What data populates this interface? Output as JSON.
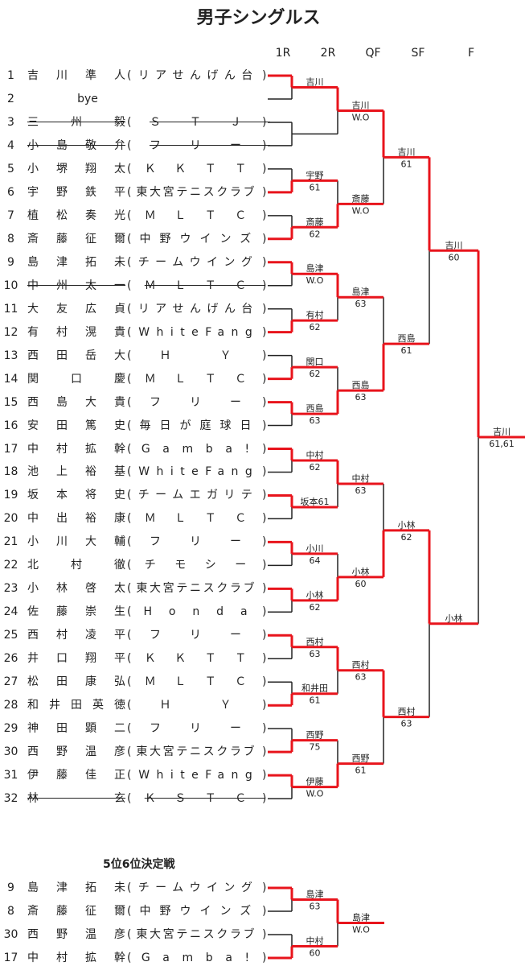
{
  "title": "男子シングルス",
  "round_headers": [
    "1R",
    "2R",
    "QF",
    "SF",
    "F"
  ],
  "colors": {
    "winner_line": "#e8141c",
    "line": "#222222"
  },
  "players": [
    {
      "seed": "1",
      "name": "吉川準人",
      "team": "リアせんげん台",
      "struck": false
    },
    {
      "seed": "2",
      "name": "bye",
      "team": "",
      "struck": false,
      "bye": true
    },
    {
      "seed": "3",
      "name": "三 州 毅",
      "team": "ＳＴＪ",
      "struck": true
    },
    {
      "seed": "4",
      "name": "小島敬弁",
      "team": "フリー",
      "struck": true
    },
    {
      "seed": "5",
      "name": "小堺翔太",
      "team": "ＫＫＴＴ",
      "struck": false
    },
    {
      "seed": "6",
      "name": "宇野鉄平",
      "team": "東大宮テニスクラブ",
      "struck": false
    },
    {
      "seed": "7",
      "name": "植松奏光",
      "team": "ＭＬＴＣ",
      "struck": false
    },
    {
      "seed": "8",
      "name": "斎藤征爾",
      "team": "中野ウインズ",
      "struck": false
    },
    {
      "seed": "9",
      "name": "島津拓未",
      "team": "チームウイング",
      "struck": false
    },
    {
      "seed": "10",
      "name": "中州太一",
      "team": "ＭＬＴＣ",
      "struck": true
    },
    {
      "seed": "11",
      "name": "大友広貞",
      "team": "リアせんげん台",
      "struck": false
    },
    {
      "seed": "12",
      "name": "有村滉貴",
      "team": "WhiteFang",
      "struck": false
    },
    {
      "seed": "13",
      "name": "西田岳大",
      "team": "ＨＹ",
      "struck": false
    },
    {
      "seed": "14",
      "name": "関 口 慶",
      "team": "ＭＬＴＣ",
      "struck": false
    },
    {
      "seed": "15",
      "name": "西島大貴",
      "team": "フリー",
      "struck": false
    },
    {
      "seed": "16",
      "name": "安田篤史",
      "team": "毎日が庭球日",
      "struck": false
    },
    {
      "seed": "17",
      "name": "中村拡幹",
      "team": "Gamba!",
      "struck": false
    },
    {
      "seed": "18",
      "name": "池上裕基",
      "team": "WhiteFang",
      "struck": false
    },
    {
      "seed": "19",
      "name": "坂本将史",
      "team": "チームエガリテ",
      "struck": false
    },
    {
      "seed": "20",
      "name": "中出裕康",
      "team": "ＭＬＴＣ",
      "struck": false
    },
    {
      "seed": "21",
      "name": "小川大輔",
      "team": "フリー",
      "struck": false
    },
    {
      "seed": "22",
      "name": "北 村 徹",
      "team": "チモシー",
      "struck": false
    },
    {
      "seed": "23",
      "name": "小林啓太",
      "team": "東大宮テニスクラブ",
      "struck": false
    },
    {
      "seed": "24",
      "name": "佐藤崇生",
      "team": "Honda",
      "struck": false
    },
    {
      "seed": "25",
      "name": "西村凌平",
      "team": "フリー",
      "struck": false
    },
    {
      "seed": "26",
      "name": "井口翔平",
      "team": "ＫＫＴＴ",
      "struck": false
    },
    {
      "seed": "27",
      "name": "松田康弘",
      "team": "ＭＬＴＣ",
      "struck": false
    },
    {
      "seed": "28",
      "name": "和井田英徳",
      "team": "ＨＹ",
      "struck": false
    },
    {
      "seed": "29",
      "name": "神田顕二",
      "team": "フリー",
      "struck": false
    },
    {
      "seed": "30",
      "name": "西野温彦",
      "team": "東大宮テニスクラブ",
      "struck": false
    },
    {
      "seed": "31",
      "name": "伊藤佳正",
      "team": "WhiteFang",
      "struck": false
    },
    {
      "seed": "32",
      "name": "林玄",
      "team": "ＫＳＴＣ",
      "struck": true
    }
  ],
  "rounds": [
    [
      {
        "winner": "top",
        "name": "吉川",
        "score": ""
      },
      {
        "winner": null,
        "name": "",
        "score": ""
      },
      {
        "winner": "bottom",
        "name": "宇野",
        "score": "61"
      },
      {
        "winner": "bottom",
        "name": "斎藤",
        "score": "62"
      },
      {
        "winner": "top",
        "name": "島津",
        "score": "W.O"
      },
      {
        "winner": "bottom",
        "name": "有村",
        "score": "62"
      },
      {
        "winner": "bottom",
        "name": "関口",
        "score": "62"
      },
      {
        "winner": "top",
        "name": "西島",
        "score": "63"
      },
      {
        "winner": "top",
        "name": "中村",
        "score": "62"
      },
      {
        "winner": "top",
        "name": "坂本61",
        "score": ""
      },
      {
        "winner": "top",
        "name": "小川",
        "score": "64"
      },
      {
        "winner": "top",
        "name": "小林",
        "score": "62"
      },
      {
        "winner": "top",
        "name": "西村",
        "score": "63"
      },
      {
        "winner": "bottom",
        "name": "和井田",
        "score": "61"
      },
      {
        "winner": "bottom",
        "name": "西野",
        "score": "75"
      },
      {
        "winner": "top",
        "name": "伊藤",
        "score": "W.O"
      }
    ],
    [
      {
        "winner": "top",
        "name": "吉川",
        "score": "W.O"
      },
      {
        "winner": "bottom",
        "name": "斎藤",
        "score": "W.O"
      },
      {
        "winner": "top",
        "name": "島津",
        "score": "63"
      },
      {
        "winner": "bottom",
        "name": "西島",
        "score": "63"
      },
      {
        "winner": "top",
        "name": "中村",
        "score": "63"
      },
      {
        "winner": "bottom",
        "name": "小林",
        "score": "60"
      },
      {
        "winner": "top",
        "name": "西村",
        "score": "63"
      },
      {
        "winner": "bottom",
        "name": "西野",
        "score": "61"
      }
    ],
    [
      {
        "winner": "top",
        "name": "吉川",
        "score": "61"
      },
      {
        "winner": "bottom",
        "name": "西島",
        "score": "61"
      },
      {
        "winner": "bottom",
        "name": "小林",
        "score": "62"
      },
      {
        "winner": "top",
        "name": "西村",
        "score": "63"
      }
    ],
    [
      {
        "winner": "top",
        "name": "吉川",
        "score": "60"
      },
      {
        "winner": "top",
        "name": "小林",
        "score": ""
      }
    ],
    [
      {
        "winner": "top",
        "name": "吉川",
        "score": "61,61"
      }
    ]
  ],
  "placement": {
    "title": "5位6位決定戦",
    "players": [
      {
        "seed": "9",
        "name": "島津拓未",
        "team": "チームウイング",
        "struck": false
      },
      {
        "seed": "8",
        "name": "斎藤征爾",
        "team": "中野ウインズ",
        "struck": false
      },
      {
        "seed": "30",
        "name": "西野温彦",
        "team": "東大宮テニスクラブ",
        "struck": false
      },
      {
        "seed": "17",
        "name": "中村拡幹",
        "team": "Gamba!",
        "struck": false
      }
    ],
    "rounds": [
      [
        {
          "winner": "top",
          "name": "島津",
          "score": "63"
        },
        {
          "winner": "bottom",
          "name": "中村",
          "score": "60"
        }
      ],
      [
        {
          "winner": "top",
          "name": "島津",
          "score": "W.O"
        }
      ]
    ]
  }
}
